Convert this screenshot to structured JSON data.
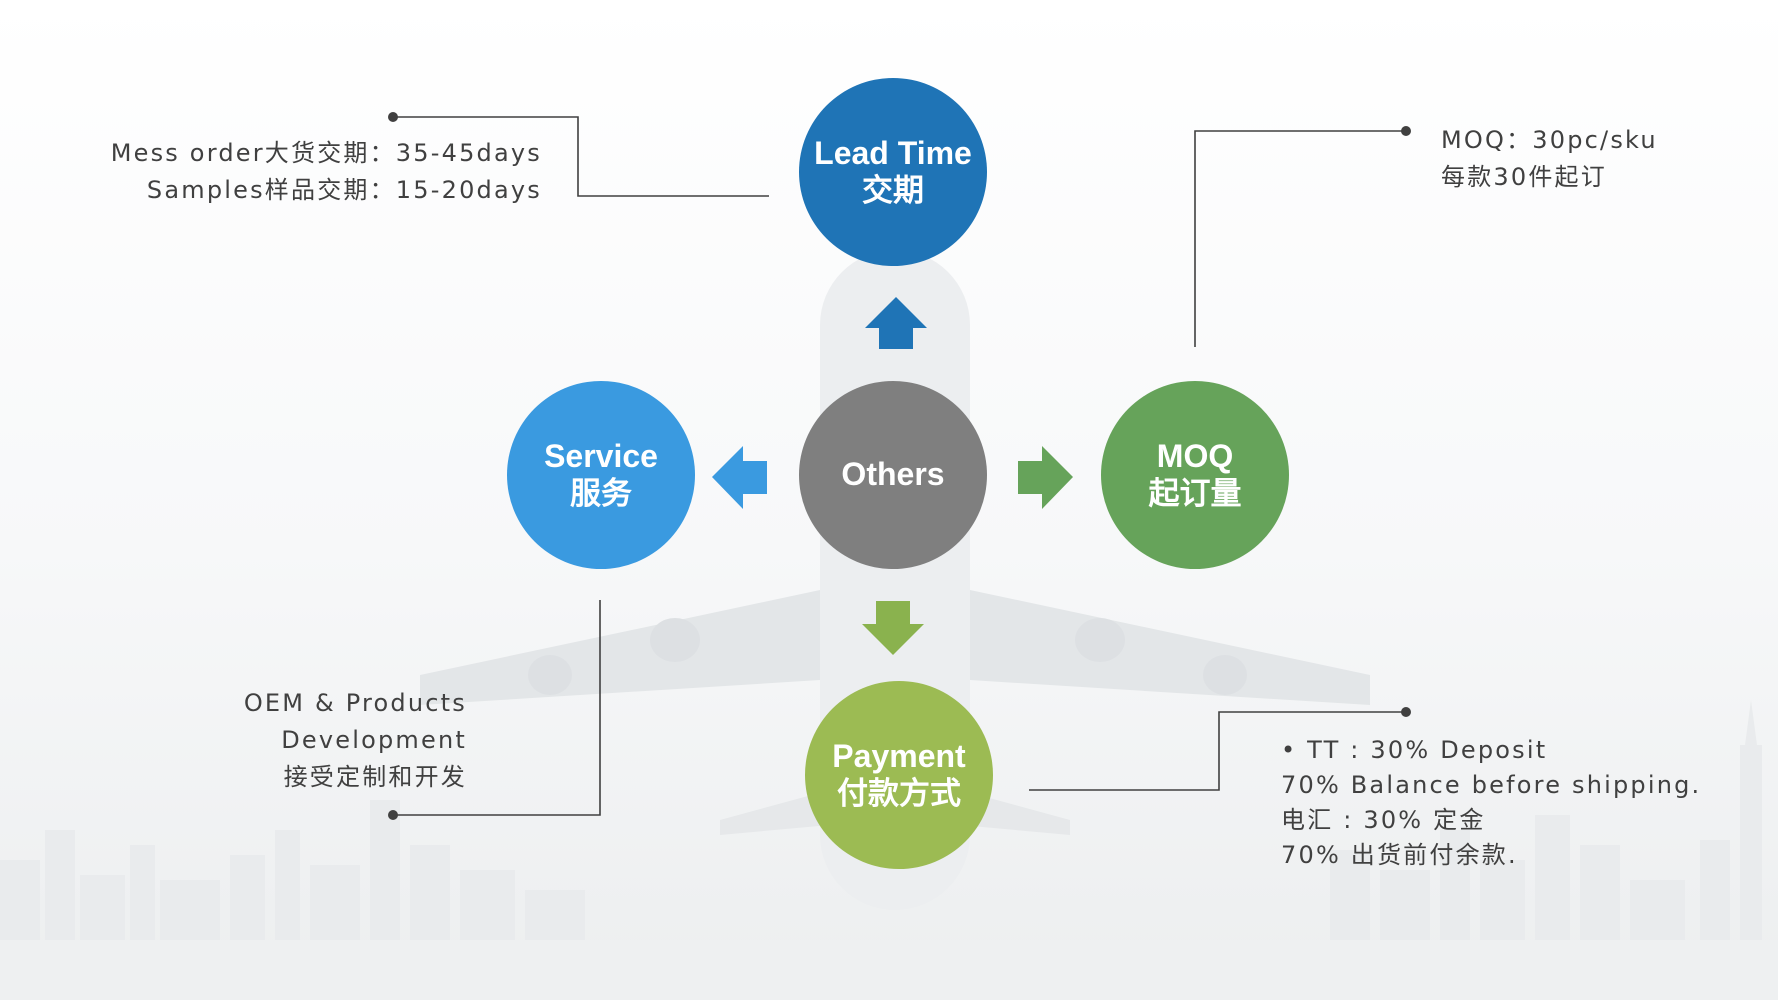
{
  "colors": {
    "lead_time": "#1f74b6",
    "others": "#7f7f7f",
    "service": "#3a9ae0",
    "moq": "#66a35a",
    "payment": "#9cbb53",
    "arrow_down": "#8ab24e",
    "line": "#404040"
  },
  "center": {
    "label": "Others"
  },
  "lead_time": {
    "title_en": "Lead Time",
    "title_zh": "交期",
    "notes": [
      "Mess order大货交期：35-45days",
      "Samples样品交期：15-20days"
    ]
  },
  "moq": {
    "title_en": "MOQ",
    "title_zh": "起订量",
    "notes": [
      "MOQ：30pc/sku",
      "每款30件起订"
    ]
  },
  "service": {
    "title_en": "Service",
    "title_zh": "服务",
    "notes": [
      "OEM & Products",
      "Development",
      "接受定制和开发"
    ]
  },
  "payment": {
    "title_en": "Payment",
    "title_zh": "付款方式",
    "notes": [
      "• TT : 30% Deposit",
      "70% Balance before shipping.",
      "电汇 : 30% 定金",
      "70% 出货前付余款."
    ]
  }
}
